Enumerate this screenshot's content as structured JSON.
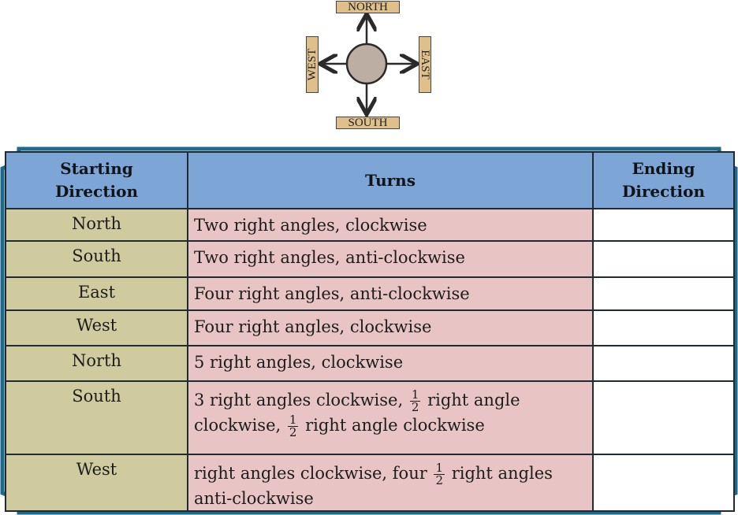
{
  "compass": {
    "north": "NORTH",
    "south": "SOUTH",
    "east": "EAST",
    "west": "WEST"
  },
  "table": {
    "headers": {
      "starting": [
        "Starting",
        "Direction"
      ],
      "turns": "Turns",
      "ending": [
        "Ending",
        "Direction"
      ]
    },
    "rows": [
      {
        "start": "North",
        "turns": "Two right angles, clockwise"
      },
      {
        "start": "South",
        "turns": "Two right angles, anti-clockwise"
      },
      {
        "start": "East",
        "turns": "Four right angles, anti-clockwise"
      },
      {
        "start": "West",
        "turns": "Four right angles, clockwise"
      },
      {
        "start": "North",
        "turns": "5 right angles, clockwise"
      },
      {
        "start": "South",
        "turns_parts": [
          "3 right angles clockwise,",
          "right angle clockwise,",
          "right angle clockwise"
        ],
        "frac": {
          "num": "1",
          "den": "2"
        }
      },
      {
        "start": "West",
        "turns_parts": [
          "right angles clockwise, four",
          "right angles anti-clockwise"
        ],
        "frac": {
          "num": "1",
          "den": "2"
        }
      }
    ]
  },
  "colors": {
    "header_bg": "#7da6d6",
    "start_col_bg": "#cfcb9e",
    "turns_col_bg": "#e8c4c4",
    "frame": "#1f6a8c",
    "label_bg": "#dfc08a"
  }
}
